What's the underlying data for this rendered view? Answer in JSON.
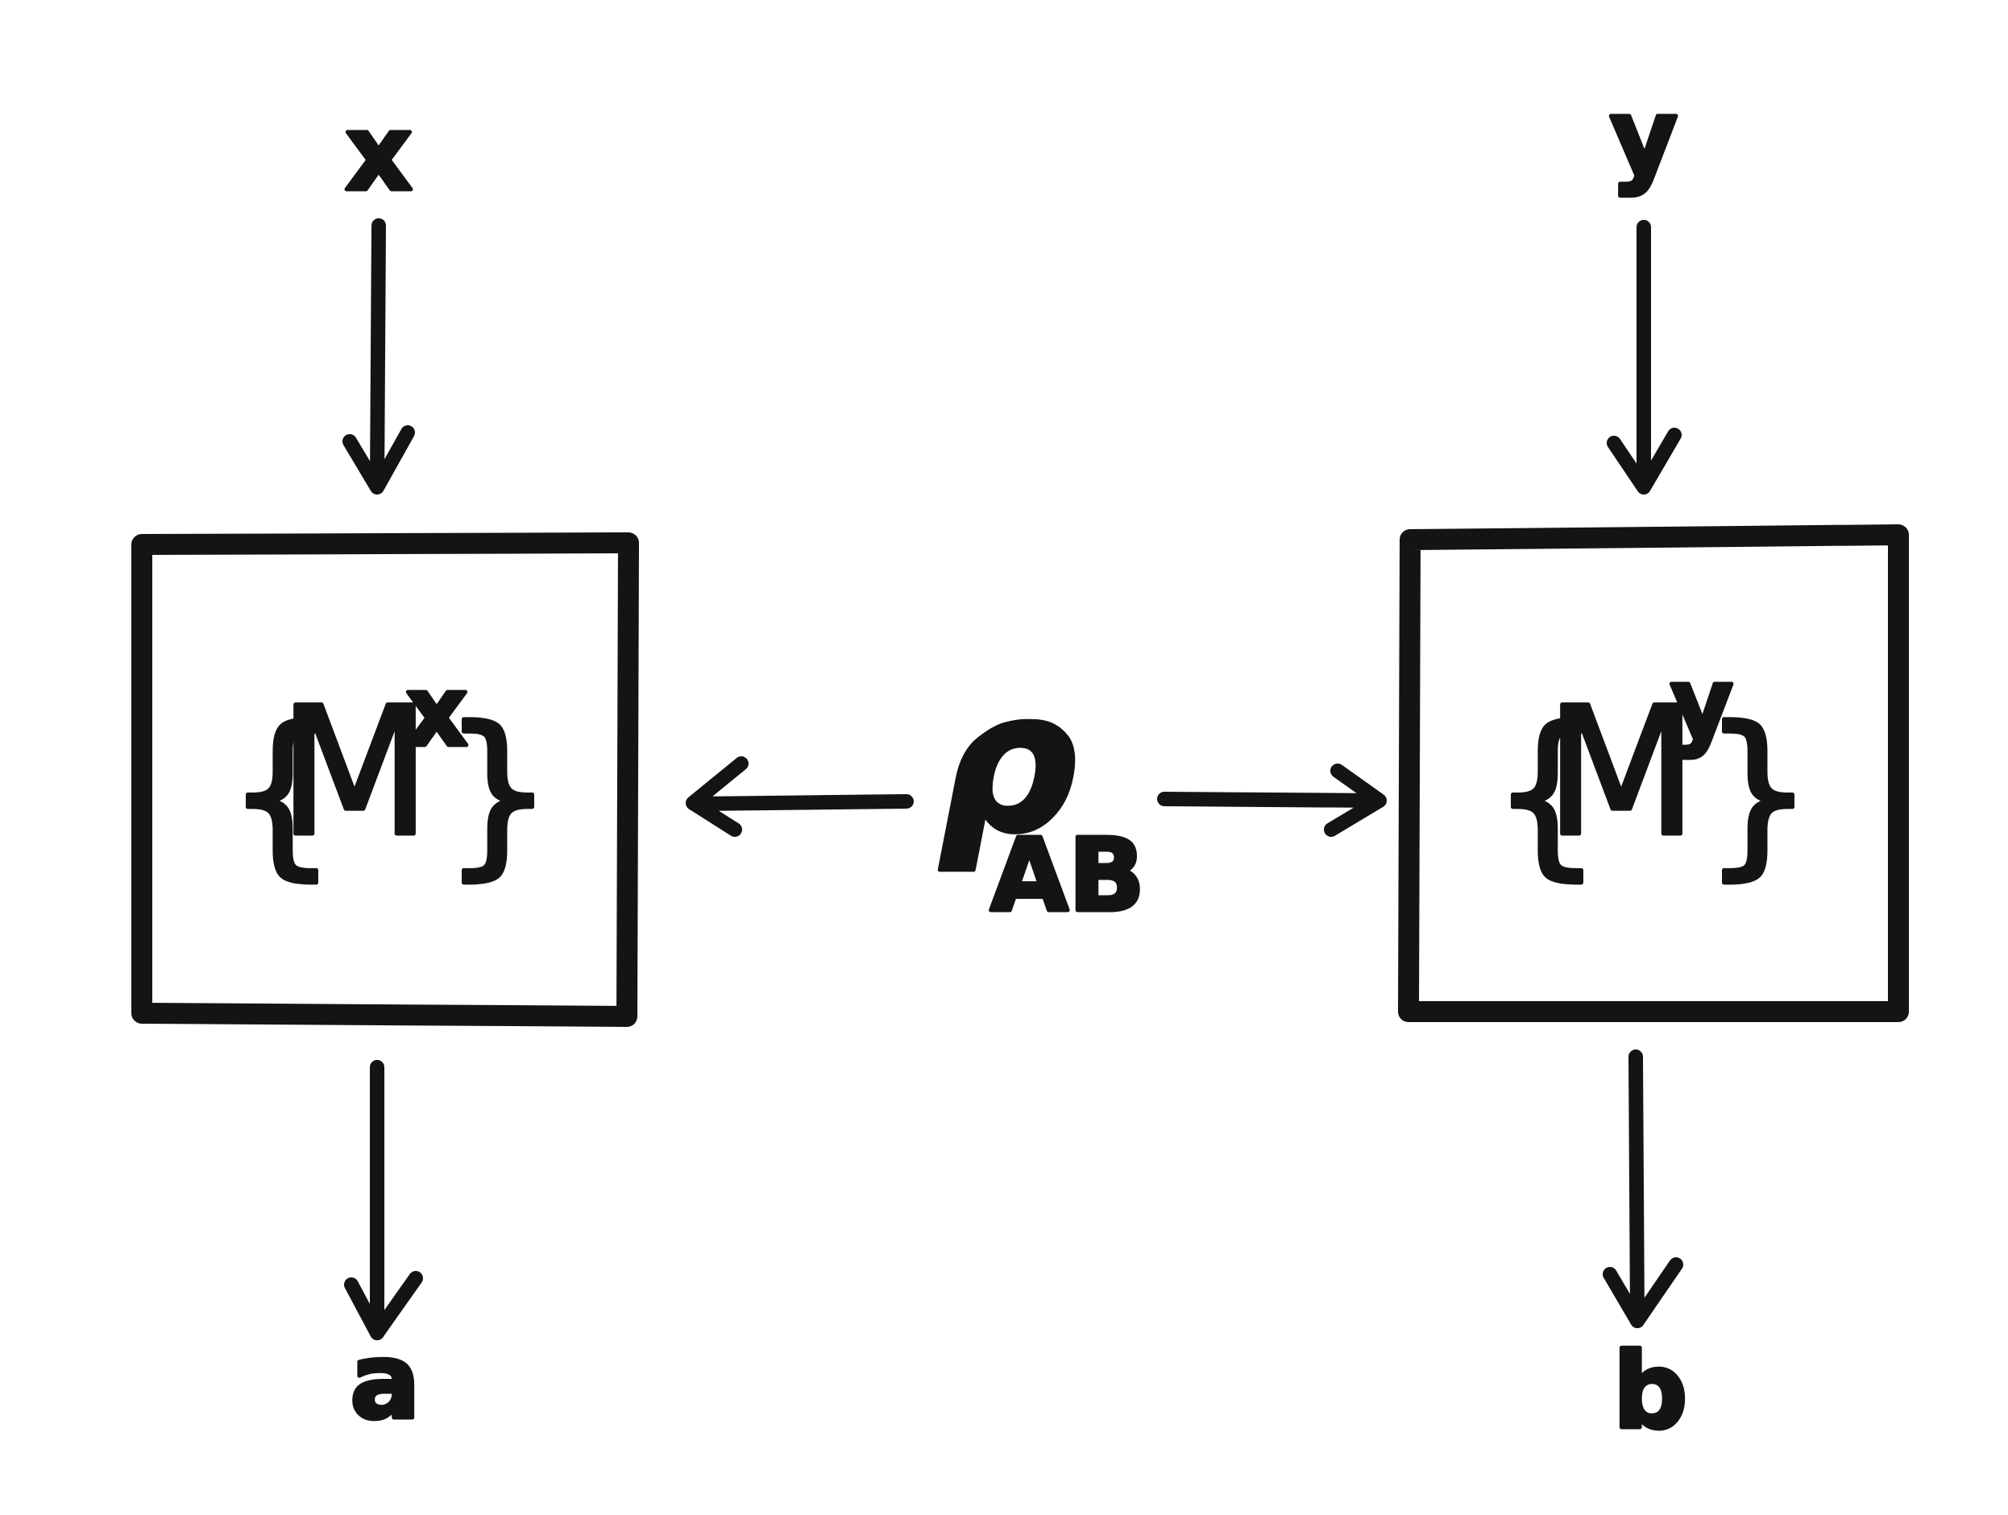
{
  "diagram": {
    "inputs": {
      "alice": "x",
      "bob": "y"
    },
    "outputs": {
      "alice": "a",
      "bob": "b"
    },
    "measurements": {
      "alice": {
        "open": "{",
        "symbol": "M",
        "superscript": "x",
        "close": "}"
      },
      "bob": {
        "open": "{",
        "symbol": "M",
        "superscript": "y",
        "close": "}"
      }
    },
    "state": {
      "symbol": "ρ",
      "subscript": "AB"
    },
    "colors": {
      "ink": "#141414",
      "background": "#ffffff"
    }
  }
}
